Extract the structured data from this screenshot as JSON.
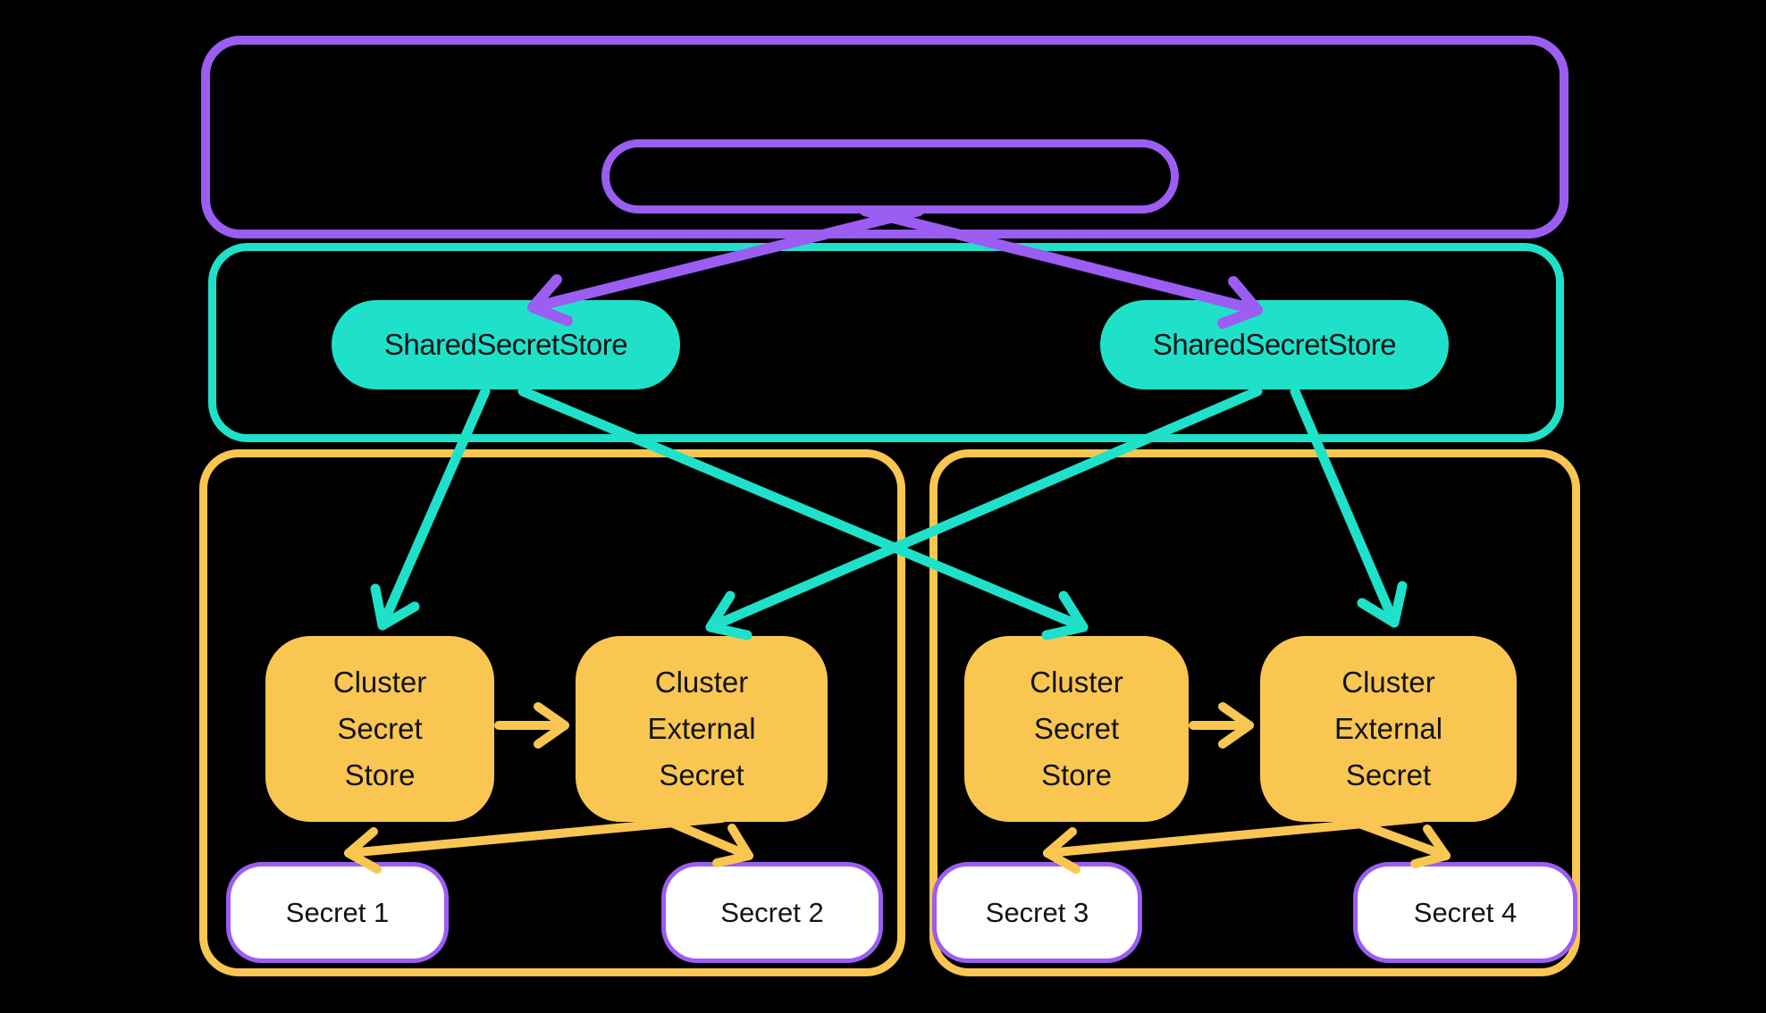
{
  "colors": {
    "purple": "#9B5DF2",
    "teal": "#1FE1C9",
    "yellow": "#FAC652",
    "text": "#111417",
    "secret_fill": "#FFFFFF",
    "bg": "#000000"
  },
  "nodes": {
    "shared_left": {
      "label": "SharedSecretStore"
    },
    "shared_right": {
      "label": "SharedSecretStore"
    },
    "cluster_secret_store_left": {
      "lines": [
        "Cluster",
        "Secret",
        "Store"
      ]
    },
    "cluster_external_secret_left": {
      "lines": [
        "Cluster",
        "External",
        "Secret"
      ]
    },
    "cluster_secret_store_right": {
      "lines": [
        "Cluster",
        "Secret",
        "Store"
      ]
    },
    "cluster_external_secret_right": {
      "lines": [
        "Cluster",
        "External",
        "Secret"
      ]
    },
    "secret1": {
      "label": "Secret 1"
    },
    "secret2": {
      "label": "Secret 2"
    },
    "secret3": {
      "label": "Secret 3"
    },
    "secret4": {
      "label": "Secret 4"
    }
  }
}
